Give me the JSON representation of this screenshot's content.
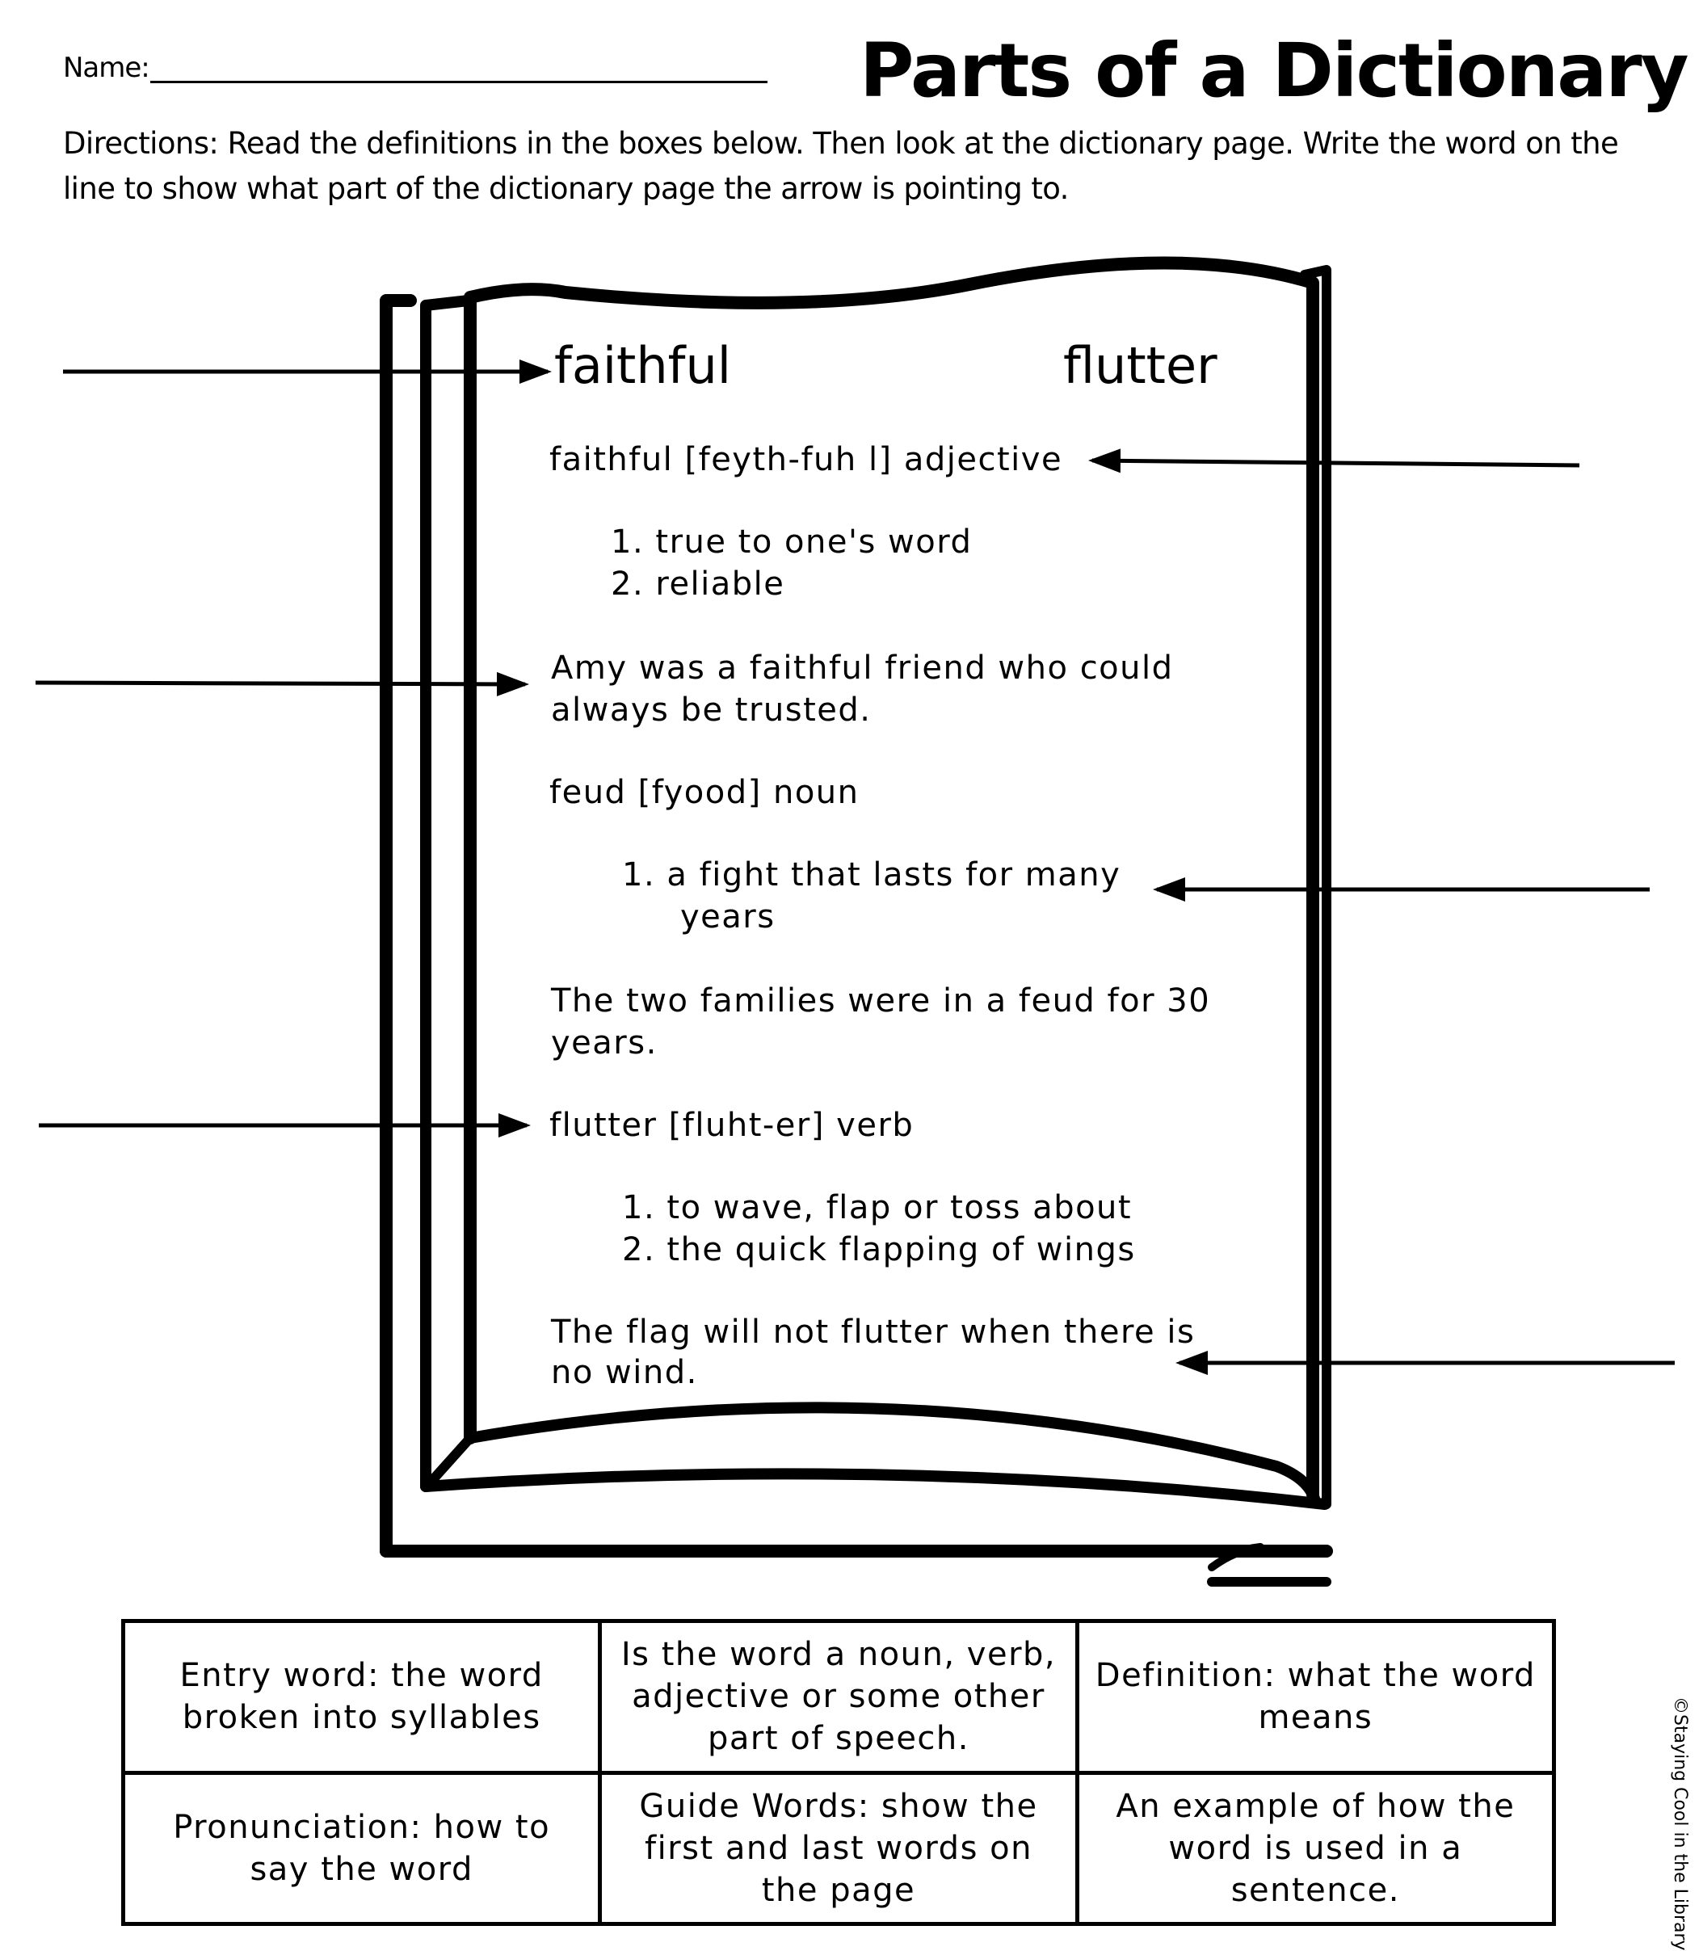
{
  "header": {
    "name_label": "Name:",
    "title": "Parts of a Dictionary"
  },
  "directions": "Directions:  Read the definitions in the boxes below.  Then look at the dictionary page.  Write the word on the line to show what part of the dictionary page the arrow is pointing to.",
  "dictionary_page": {
    "guide_word_left": "faithful",
    "guide_word_right": "flutter",
    "entry1": {
      "headline": "faithful [feyth-fuh l]  adjective",
      "def1": "1.  true to one's word",
      "def2": "2.  reliable",
      "example_line1": "Amy was a faithful friend who could",
      "example_line2": "always be trusted."
    },
    "entry2": {
      "headline": "feud [fyood]   noun",
      "def1_line1": "1.  a fight that lasts for many",
      "def1_line2": "years",
      "example_line1": "The two families were in a feud for 30",
      "example_line2": "years."
    },
    "entry3": {
      "headline": "flutter [fluht-er]  verb",
      "def1": "1.  to wave, flap or toss about",
      "def2": "2.  the quick flapping of wings",
      "example_line1": "The flag will not flutter when there is",
      "example_line2": "no wind."
    }
  },
  "key": {
    "row1": [
      "Entry word:  the word broken into syllables",
      "Is the word a noun, verb, adjective or some other part of speech.",
      "Definition:  what the word means"
    ],
    "row2": [
      "Pronunciation:  how to say the word",
      "Guide Words:  show the first and last words on the page",
      "An example of how the word is used in a sentence."
    ]
  },
  "credit": "©Staying Cool in the Library"
}
